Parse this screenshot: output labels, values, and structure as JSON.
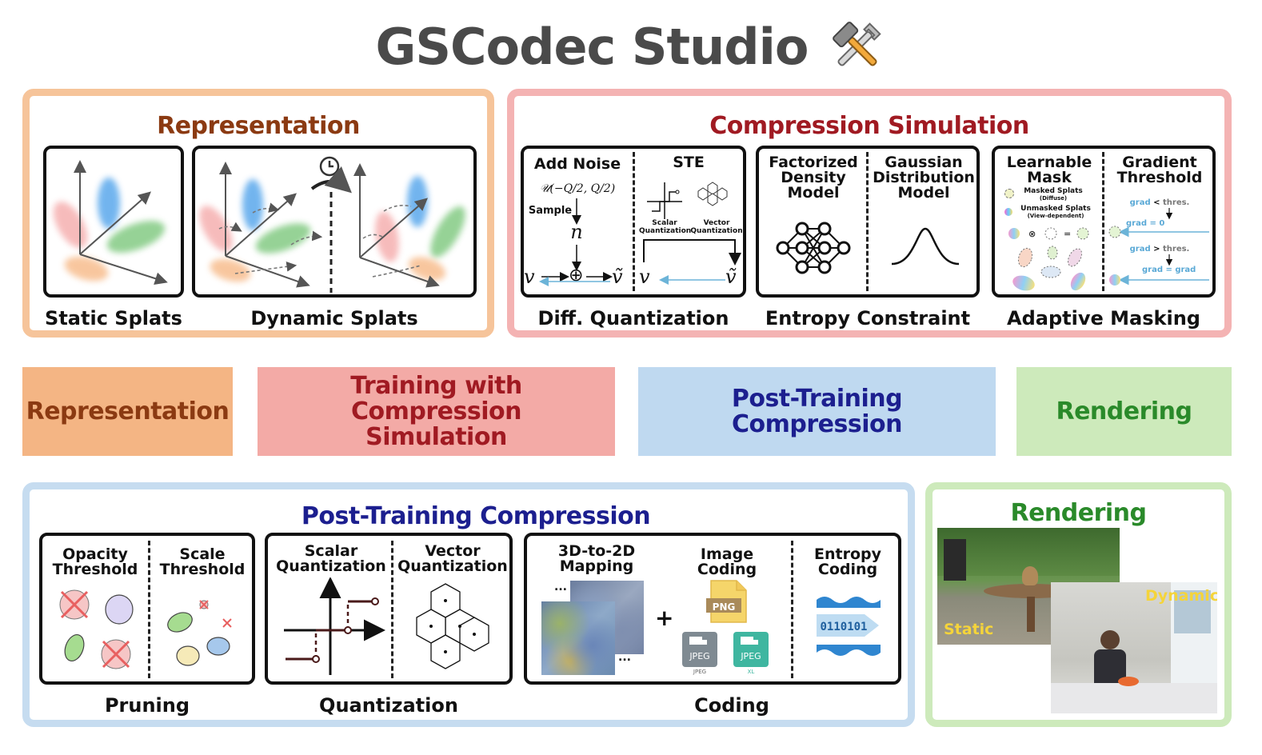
{
  "title": "GSCodec Studio",
  "title_icon": "hammer-wrench-icon",
  "colors": {
    "representation": "#8b3a12",
    "compression": "#a01a22",
    "post_training": "#1c1f8f",
    "rendering": "#2a8a2a"
  },
  "representation_panel": {
    "heading": "Representation",
    "static_caption": "Static Splats",
    "dynamic_caption": "Dynamic Splats"
  },
  "compression_panel": {
    "heading": "Compression Simulation",
    "diff_quant": {
      "caption": "Diff. Quantization",
      "add_noise": "Add Noise",
      "noise_formula": "𝒰(−Q/2, Q/2)",
      "sample": "Sample",
      "n": "n",
      "eq_v": "v",
      "eq_oplus": "⊕",
      "eq_vt": "ṽ",
      "ste": "STE",
      "scalar_q": "Scalar Quantization",
      "vector_q": "Vector Quantization",
      "ste_v": "v",
      "ste_vt": "ṽ"
    },
    "entropy": {
      "caption": "Entropy Constraint",
      "factorized": "Factorized Density Model",
      "gaussian": "Gaussian Distribution Model"
    },
    "masking": {
      "caption": "Adaptive Masking",
      "learnable": "Learnable Mask",
      "masked": "Masked Splats",
      "diffuse": "(Diffuse)",
      "unmasked": "Unmasked Splats",
      "view_dependent": "(View-dependent)",
      "gradient": "Gradient Threshold",
      "g1a": "grad",
      "g1op": "<",
      "g1b": "thres.",
      "g2": "grad = 0",
      "g3a": "grad",
      "g3op": ">",
      "g3b": "thres.",
      "g4": "grad = grad"
    }
  },
  "stages": [
    {
      "label": "Representation"
    },
    {
      "label": "Training with Compression Simulation"
    },
    {
      "label": "Post-Training Compression"
    },
    {
      "label": "Rendering"
    }
  ],
  "post_training_panel": {
    "heading": "Post-Training Compression",
    "pruning": {
      "caption": "Pruning",
      "opacity": "Opacity Threshold",
      "scale": "Scale Threshold"
    },
    "quantization": {
      "caption": "Quantization",
      "scalar": "Scalar Quantization",
      "vector": "Vector Quantization"
    },
    "coding": {
      "caption": "Coding",
      "mapping": "3D-to-2D Mapping",
      "image": "Image Coding",
      "entropy": "Entropy Coding",
      "plus": "+",
      "png": "PNG",
      "jpeg": "JPEG",
      "jpeg_small": "JPEG",
      "jpegxl": "JPEG",
      "xl_small": "XL",
      "bits": "0110101",
      "dots": "..."
    }
  },
  "rendering_panel": {
    "heading": "Rendering",
    "static_label": "Static",
    "dynamic_label": "Dynamic"
  }
}
